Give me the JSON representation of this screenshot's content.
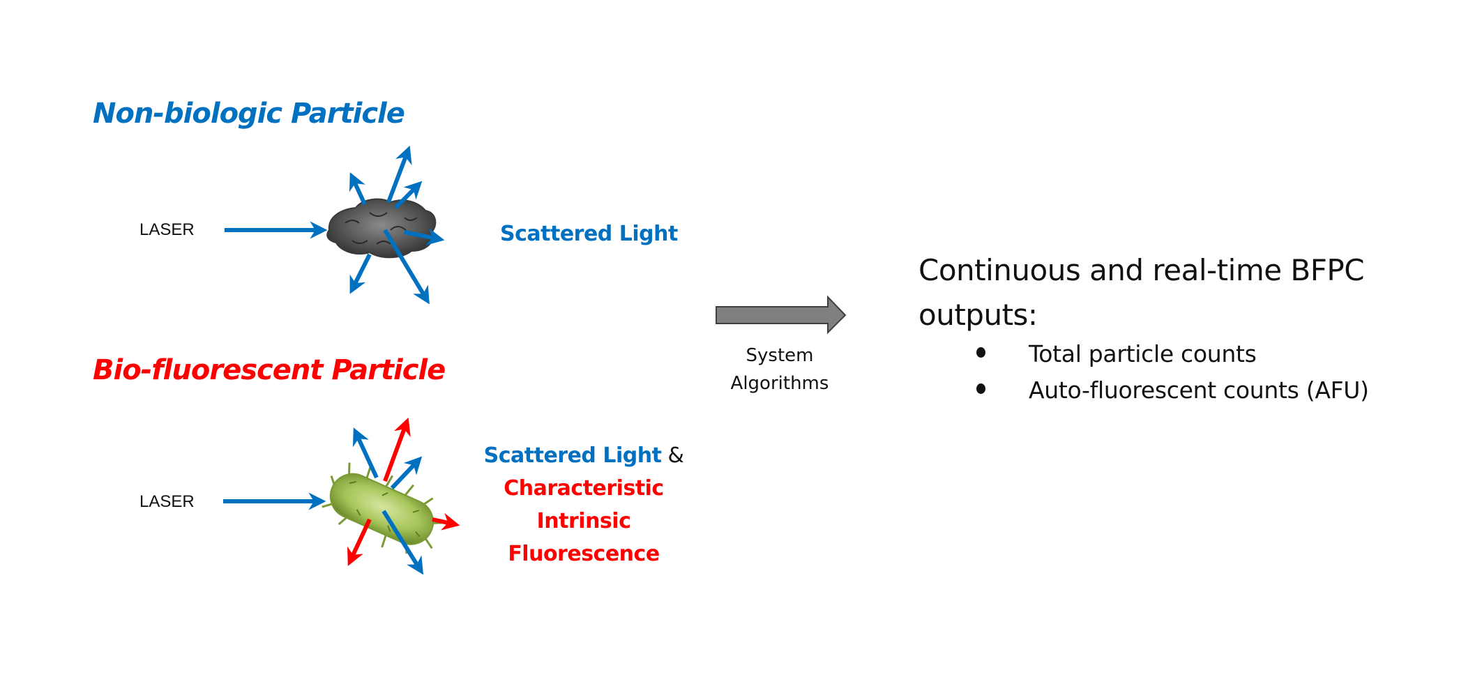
{
  "colors": {
    "blue": "#0070C0",
    "red": "#FF0000",
    "text": "#111111",
    "flow_arrow_fill": "#808080",
    "flow_arrow_stroke": "#404040",
    "nonbio_particle": "#5a5a5a",
    "bio_particle": "#9cbf4a"
  },
  "nonbiologic": {
    "heading": "Non-biologic Particle",
    "laser_label": "LASER",
    "output_label": "Scattered Light",
    "particle_icon": "rough-grey-particle",
    "scatter_arrows": [
      "blue",
      "blue",
      "blue",
      "blue",
      "blue",
      "blue"
    ]
  },
  "biofluorescent": {
    "heading": "Bio-fluorescent Particle",
    "laser_label": "LASER",
    "output_label_part1": "Scattered Light",
    "output_label_amp": " &",
    "output_label_lines": [
      "Characteristic",
      "Intrinsic",
      "Fluorescence"
    ],
    "particle_icon": "spiky-green-bacterium",
    "scatter_arrows": [
      "blue",
      "red",
      "blue",
      "red",
      "red",
      "blue"
    ]
  },
  "process": {
    "label_lines": [
      "System",
      "Algorithms"
    ],
    "arrow_icon": "right-block-arrow"
  },
  "outputs": {
    "title_lines": [
      "Continuous and real-time BFPC",
      "outputs:"
    ],
    "items": [
      "Total particle counts",
      "Auto-fluorescent counts (AFU)"
    ]
  }
}
